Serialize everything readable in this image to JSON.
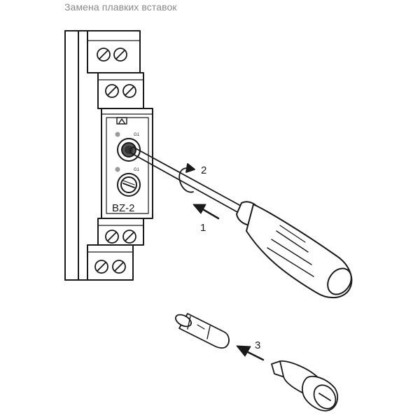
{
  "title": "Замена плавких вставок",
  "device": {
    "model": "BZ-2",
    "fuse_label_top": "G1",
    "fuse_label_bottom": "G1"
  },
  "steps": [
    "1",
    "2",
    "3"
  ]
}
